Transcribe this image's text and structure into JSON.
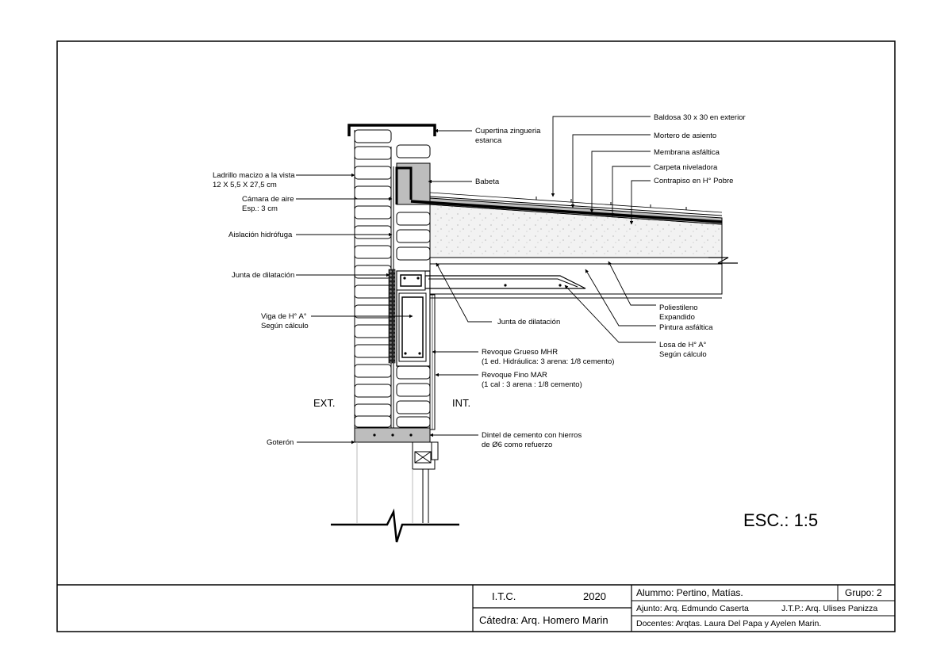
{
  "drawing": {
    "scale": "ESC.: 1:5",
    "side_exterior": "EXT.",
    "side_interior": "INT.",
    "labels_left": {
      "ladrillo_1": "Ladrillo macizo a la vista",
      "ladrillo_2": "12 X 5,5 X 27,5 cm",
      "camara_1": "Cámara de aire",
      "camara_2": "Esp.: 3 cm",
      "aislacion": "Aislación hidrófuga",
      "junta": "Junta de dilatación",
      "viga_1": "Viga de H° A°",
      "viga_2": "Según cálculo",
      "goteron": "Goterón"
    },
    "labels_right": {
      "cupertina_1": "Cupertina zingueria",
      "cupertina_2": "estanca",
      "babeta": "Babeta",
      "baldosa": "Baldosa 30 x 30 en exterior",
      "mortero": "Mortero de asiento",
      "membrana": "Membrana asfáltica",
      "carpeta": "Carpeta niveladora",
      "contrapiso": "Contrapiso en H° Pobre",
      "poliestileno_1": "Poliestileno",
      "poliestileno_2": "Expandido",
      "pintura": "Pintura asfáltica",
      "losa_1": "Losa de H° A°",
      "losa_2": "Según cálculo",
      "junta_2": "Junta de dilatación",
      "revoque_grueso_1": "Revoque Grueso MHR",
      "revoque_grueso_2": "(1 ed. Hidráulica: 3 arena: 1/8 cemento)",
      "revoque_fino_1": "Revoque Fino MAR",
      "revoque_fino_2": "(1 cal : 3 arena : 1/8 cemento)",
      "dintel_1": "Dintel de cemento con hierros",
      "dintel_2": "de Ø6 como refuerzo"
    }
  },
  "title_block": {
    "institution": "I.T.C.",
    "year": "2020",
    "catedra": "Cátedra: Arq. Homero Marin",
    "alumno": "Alummo: Pertino, Matías.",
    "grupo": "Grupo: 2",
    "ajunto": "Ajunto: Arq. Edmundo Caserta",
    "jtp": "J.T.P.: Arq. Ulises Panizza",
    "docentes": "Docentes: Arqtas. Laura Del Papa y Ayelen Marin."
  }
}
